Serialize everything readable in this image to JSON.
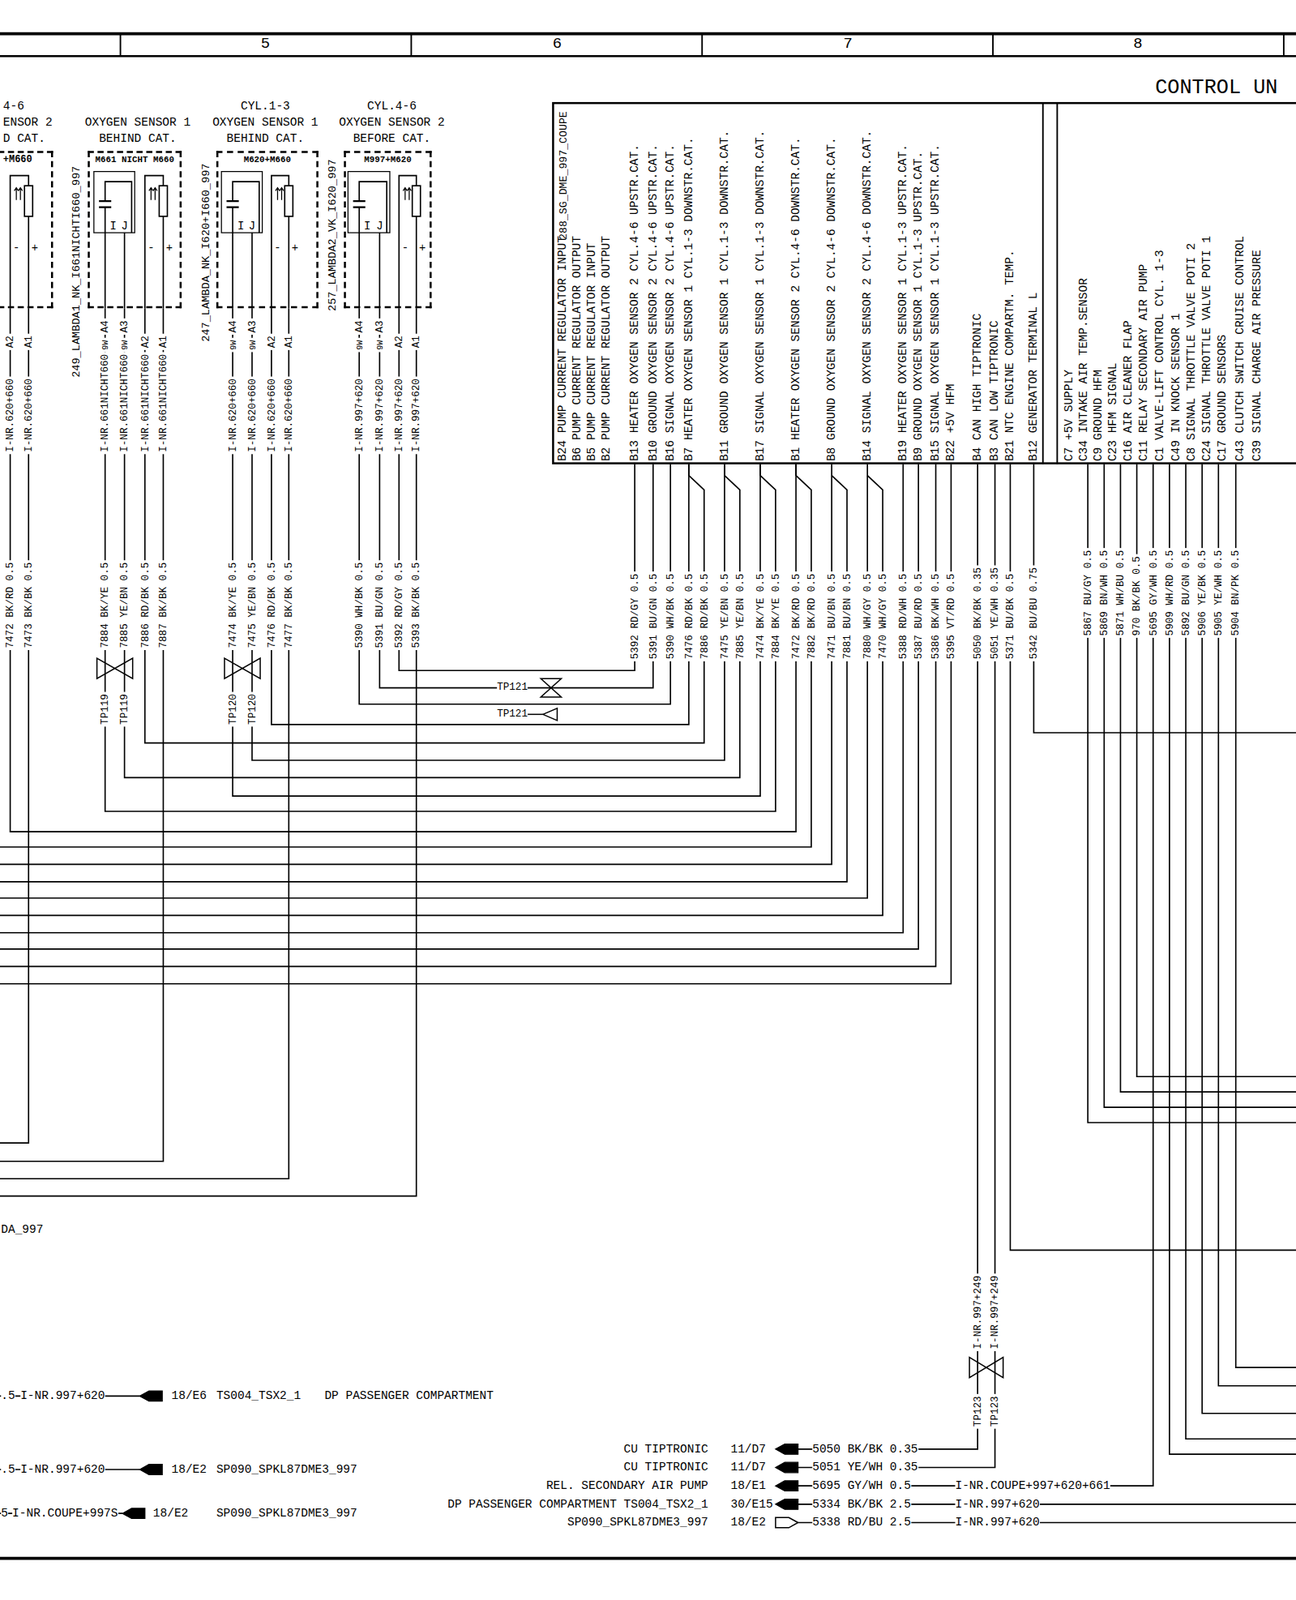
{
  "diagram": {
    "nodes": [
      {
        "text": [
          "4-6",
          "ENSOR 2 D CAT.",
          "+M660"
        ]
      },
      {
        "text": [
          "OXYGEN SENSOR 1 BEHIND CAT.",
          "M661 NICHT M660",
          "249_LAMBDA1_NK_I661NICHTI660_997"
        ]
      },
      {
        "text": [
          "CYL.1-3",
          "OXYGEN SENSOR 1 BEHIND CAT.",
          "M620+M660",
          "247_LAMBDA_NK_I620+I660_997"
        ]
      },
      {
        "text": [
          "CYL.4-6",
          "OXYGEN SENSOR 2 BEFORE CAT.",
          "M997+M620",
          "257_LAMBDA2_VK_I620_997"
        ]
      },
      {
        "text": [
          "288_SG_DME_997_COUPE"
        ]
      }
    ],
    "edges": [
      {
        "from": 0,
        "to": 4,
        "arrow": "none"
      },
      {
        "from": 1,
        "to": 4,
        "arrow": "none"
      },
      {
        "from": 2,
        "to": 4,
        "arrow": "none"
      },
      {
        "from": 3,
        "to": 4,
        "arrow": "none"
      }
    ],
    "labels": [
      "5",
      "6",
      "7",
      "8",
      "CONTROL UN",
      "-",
      "+",
      "A2",
      "A1",
      "I-NR.620+660",
      "7472 BK/RD 0.5",
      "I-NR.620+660",
      "7473 BK/BK 0.5",
      "I",
      "J",
      "-",
      "+",
      "9W",
      "A4",
      "9W",
      "A3",
      "A2",
      "A1",
      "I-NR.661NICHT660",
      "7884 BK/YE 0.5",
      "I-NR.661NICHT660",
      "7885 YE/BN 0.5",
      "I-NR.661NICHT660",
      "7886 RD/BK 0.5",
      "I-NR.661NICHT660",
      "7887 BK/BK 0.5",
      "TP119",
      "TP119",
      "I",
      "J",
      "-",
      "+",
      "9W",
      "A4",
      "9W",
      "A3",
      "A2",
      "A1",
      "I-NR.620+660",
      "7474 BK/YE 0.5",
      "I-NR.620+660",
      "7475 YE/BN 0.5",
      "I-NR.620+660",
      "7476 RD/BK 0.5",
      "I-NR.620+660",
      "7477 BK/BK 0.5",
      "TP120",
      "TP120",
      "I",
      "J",
      "-",
      "+",
      "9W",
      "A4",
      "9W",
      "A3",
      "A2",
      "A1",
      "I-NR.997+620",
      "5390 WH/BK 0.5",
      "I-NR.997+620",
      "5391 BU/GN 0.5",
      "I-NR.997+620",
      "5392 RD/GY 0.5",
      "I-NR.997+620",
      "5393 BK/BK 0.5",
      "TP121",
      "TP121",
      "B24 PUMP CURRENT REGULATOR INPUT",
      "B6 PUMP CURRENT REGULATOR OUTPUT",
      "B5 PUMP CURRENT REGULATOR INPUT",
      "B2 PUMP CURRENT REGULATOR OUTPUT",
      "B13 HEATER OXYGEN SENSOR 2 CYL.4-6 UPSTR.CAT.",
      "B10 GROUND OXYGEN SENSOR 2 CYL.4-6 UPSTR.CAT.",
      "B16 SIGNAL OXYGEN SENSOR 2 CYL.4-6 UPSTR.CAT.",
      "B7 HEATER OXYGEN SENSOR 1 CYL.1-3 DOWNSTR.CAT.",
      "B11 GROUND OXYGEN SENSOR 1 CYL.1-3 DOWNSTR.CAT.",
      "B17 SIGNAL OXYGEN SENSOR 1 CYL.1-3 DOWNSTR.CAT.",
      "B1 HEATER OXYGEN SENSOR 2 CYL.4-6 DOWNSTR.CAT.",
      "B8 GROUND OXYGEN SENSOR 2 CYL.4-6 DOWNSTR.CAT.",
      "B14 SIGNAL OXYGEN SENSOR 2 CYL.4-6 DOWNSTR.CAT.",
      "B19 HEATER OXYGEN SENSOR 1 CYL.1-3 UPSTR.CAT.",
      "B9 GROUND OXYGEN SENSOR 1 CYL.1-3 UPSTR.CAT.",
      "B15 SIGNAL OXYGEN SENSOR 1 CYL.1-3 UPSTR.CAT.",
      "B22 +5V HFM",
      "B4 CAN HIGH TIPTRONIC",
      "B3 CAN LOW TIPTRONIC",
      "B21 NTC ENGINE COMPARTM. TEMP.",
      "B12 GENERATOR TERMINAL L",
      "C7 +5V SUPPLY",
      "C34 INTAKE AIR TEMP.SENSOR",
      "C9 GROUND HFM",
      "C23 HFM SIGNAL",
      "C16 AIR CLEANER FLAP",
      "C11 RELAY SECONDARY AIR PUMP",
      "C1 VALVE-LIFT CONTROL CYL. 1-3",
      "C49 IN KNOCK SENSOR 1",
      "C8 SIGNAL THROTTLE VALVE POTI 2",
      "C24 SIGNAL THROTTLE VALVE POTI 1",
      "C17 GROUND SENSORS",
      "C43 CLUTCH SWITCH CRUISE CONTROL",
      "C39 SIGNAL CHARGE AIR PRESSURE",
      "5392 RD/GY 0.5",
      "5391 BU/GN 0.5",
      "5390 WH/BK 0.5",
      "7476 RD/BK 0.5",
      "7886 RD/BK 0.5",
      "7475 YE/BN 0.5",
      "7885 YE/BN 0.5",
      "7474 BK/YE 0.5",
      "7884 BK/YE 0.5",
      "7472 BK/RD 0.5",
      "7882 BK/RD 0.5",
      "7471 BU/BN 0.5",
      "7881 BU/BN 0.5",
      "7880 WH/GY 0.5",
      "7470 WH/GY 0.5",
      "5388 RD/WH 0.5",
      "5387 BU/RD 0.5",
      "5386 BK/WH 0.5",
      "5395 VT/RD 0.5",
      "5050 BK/BK 0.35",
      "5051 YE/WH 0.35",
      "5371 BU/BK 0.5",
      "5342 BU/BU 0.75",
      "5867 BU/GY 0.5",
      "5869 BN/WH 0.5",
      "5871 WH/BU 0.5",
      "970 BK/BK 0.5",
      "5695 GY/WH 0.5",
      "5909 WH/RD 0.5",
      "5892 BU/GN 0.5",
      "5906 YE/BK 0.5",
      "5905 YE/WH 0.5",
      "5904 BN/PK 0.5",
      "I-NR.997+249",
      "I-NR.997+249",
      "TP123",
      "TP123",
      "CU TIPTRONIC",
      "11/D7",
      "5050 BK/BK 0.35",
      "CU TIPTRONIC",
      "11/D7",
      "5051 YE/WH 0.35",
      "REL. SECONDARY AIR PUMP",
      "18/E1",
      "5695 GY/WH 0.5",
      "I-NR.COUPE+997+620+661",
      "DP PASSENGER COMPARTMENT TS004_TSX2_1",
      "30/E15",
      "5334 BK/BK 2.5",
      "I-NR.997+620",
      "SP090_SPKL87DME3_997",
      "18/E2",
      "5338 RD/BU 2.5",
      "I-NR.997+620",
      ".5",
      "I-NR.997+620",
      "18/E6",
      "TS004_TSX2_1",
      "DP PASSENGER COMPARTMENT",
      ".5",
      "I-NR.997+620",
      "18/E2",
      "SP090_SPKL87DME3_997",
      "5",
      "I-NR.COUPE+997S",
      "18/E2",
      "SP090_SPKL87DME3_997",
      "DA_997"
    ]
  }
}
